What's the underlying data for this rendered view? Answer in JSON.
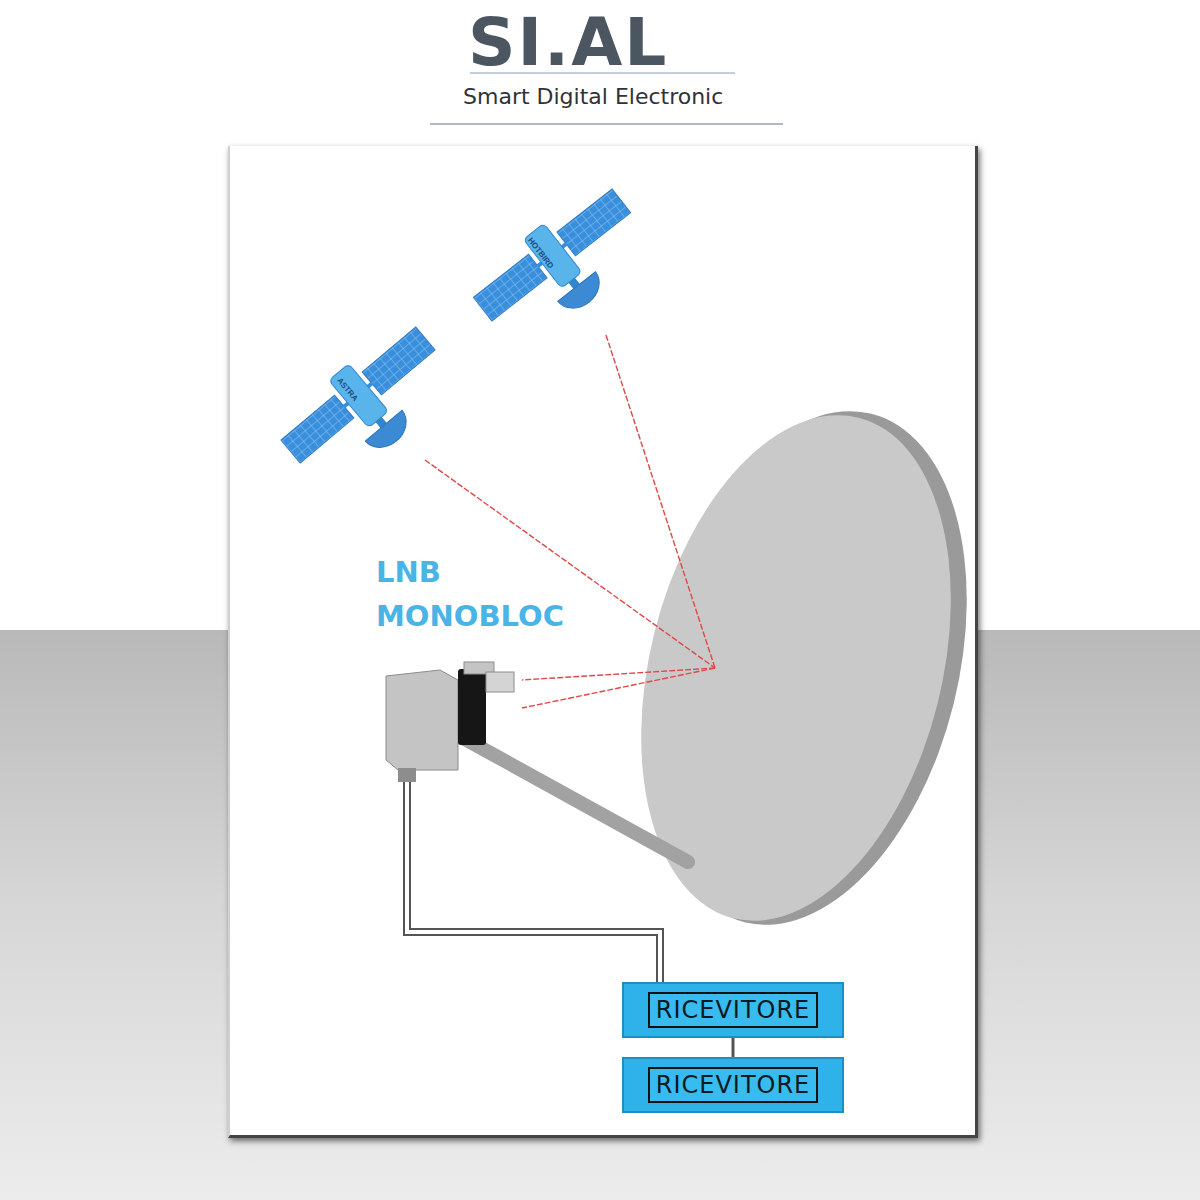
{
  "diagram": {
    "nodes": [
      {
        "text": [
          "RICEVITORE"
        ]
      },
      {
        "text": [
          "RICEVITORE"
        ]
      }
    ],
    "edges": [
      {
        "from": 0,
        "to": 1,
        "arrow": "none"
      }
    ],
    "labels": [
      "SI.AL",
      "Smart Digital Electronic",
      "HOTBIRD",
      "ASTRA",
      "LNB MONOBLOC"
    ]
  }
}
